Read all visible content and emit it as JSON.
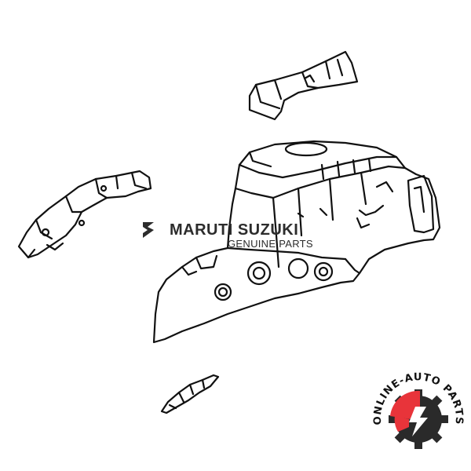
{
  "watermark": {
    "brand": "MARUTI SUZUKI",
    "subtitle": "GENUINE PARTS",
    "color": "#2c2c2c"
  },
  "badge": {
    "text": "ONLINE-AUTO PARTS",
    "accent_color": "#e8343a",
    "icon": "gear-bolt-icon"
  },
  "parts": [
    {
      "name": "upper-bracket",
      "label": ""
    },
    {
      "name": "left-rail",
      "label": ""
    },
    {
      "name": "main-wheel-housing",
      "label": ""
    },
    {
      "name": "small-bracket",
      "label": ""
    }
  ]
}
